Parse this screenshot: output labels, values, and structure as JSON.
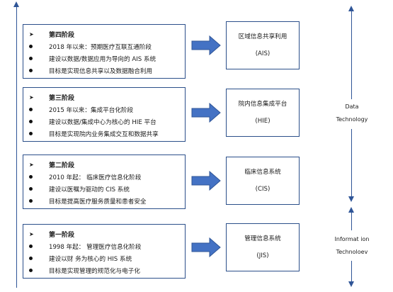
{
  "stages": [
    {
      "title": "第四阶段",
      "bullets": [
        "2018 年以来：预期医疗互联互通阶段",
        "建设以数据/数据应用为导向的 AIS 系统",
        "目标是实现信息共享以及数据融合利用"
      ],
      "system": "区域信息共享利用",
      "abbr": "(AIS)"
    },
    {
      "title": "第三阶段",
      "bullets": [
        "2015 年以来：集成平台化阶段",
        "建设以数据/集成中心为核心的 HIE 平台",
        "目标是实现院内业务集成交互和数据共享"
      ],
      "system": "院内信息集成平台",
      "abbr": "(HIE)"
    },
    {
      "title": "第二阶段",
      "bullets": [
        "2010 年起： 临床医疗信息化阶段",
        "建设以医嘱为驱动的 CIS 系统",
        "目标是提高医疗服务质量和患者安全"
      ],
      "system": "临床信息系统",
      "abbr": "(CIS)"
    },
    {
      "title": "第一阶段",
      "bullets": [
        "1998 年起： 管理医疗信息化阶段",
        "建设以财  务为核心的 HIS 系统",
        "目标是实现管理的规范化与电子化"
      ],
      "system": "管理信息系统",
      "abbr": "(JIS)"
    }
  ],
  "right_labels": {
    "upper_line1": "Data",
    "upper_line2": "Technology",
    "lower_line1": "Informat ion",
    "lower_line2": "Technoloev"
  },
  "colors": {
    "arrow_fill": "#4472c4",
    "arrow_stroke": "#2f5597",
    "box_border": "#2b4f8a"
  }
}
